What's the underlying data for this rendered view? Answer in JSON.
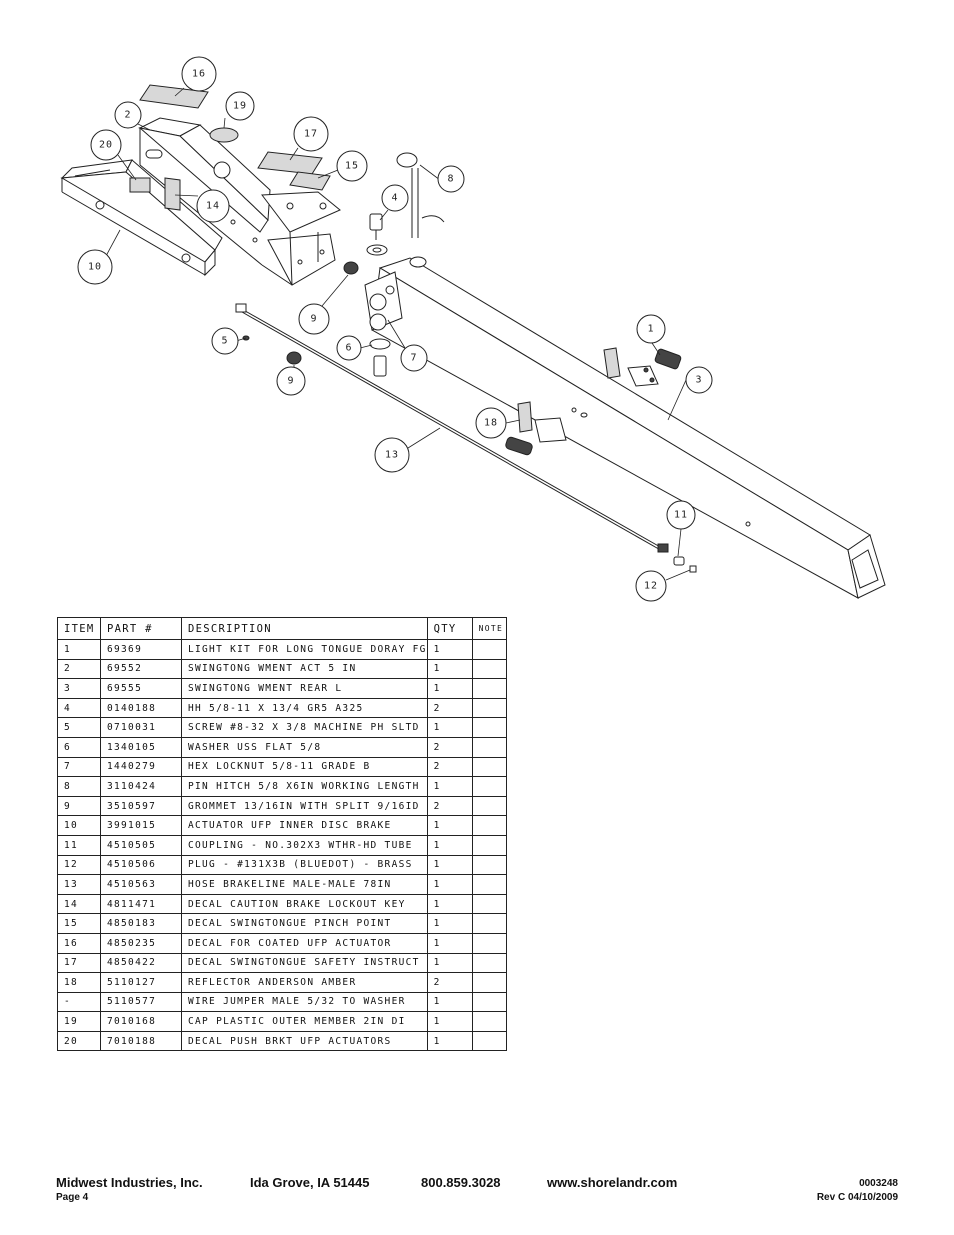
{
  "balloons": [
    "16",
    "2",
    "19",
    "20",
    "17",
    "15",
    "8",
    "4",
    "14",
    "10",
    "9",
    "1",
    "5",
    "6",
    "7",
    "3",
    "9",
    "18",
    "13",
    "11",
    "12"
  ],
  "table": {
    "headers": [
      "ITEM",
      "PART #",
      "DESCRIPTION",
      "QTY",
      "NOTE"
    ],
    "rows": [
      [
        "1",
        "69369",
        "LIGHT KIT FOR LONG TONGUE DORAY FG",
        "1",
        ""
      ],
      [
        "2",
        "69552",
        "SWINGTONG WMENT ACT 5 IN",
        "1",
        ""
      ],
      [
        "3",
        "69555",
        "SWINGTONG WMENT REAR L",
        "1",
        ""
      ],
      [
        "4",
        "0140188",
        "HH 5/8-11 X 13/4  GR5 A325",
        "2",
        ""
      ],
      [
        "5",
        "0710031",
        "SCREW #8-32 X 3/8 MACHINE PH SLTD",
        "1",
        ""
      ],
      [
        "6",
        "1340105",
        "WASHER USS FLAT 5/8",
        "2",
        ""
      ],
      [
        "7",
        "1440279",
        "HEX LOCKNUT 5/8-11 GRADE B",
        "2",
        ""
      ],
      [
        "8",
        "3110424",
        "PIN HITCH 5/8 X6IN WORKING LENGTH",
        "1",
        ""
      ],
      [
        "9",
        "3510597",
        "GROMMET 13/16IN  WITH SPLIT 9/16ID",
        "2",
        ""
      ],
      [
        "10",
        "3991015",
        "ACTUATOR UFP INNER  DISC BRAKE",
        "1",
        ""
      ],
      [
        "11",
        "4510505",
        "COUPLING - NO.302X3 WTHR-HD TUBE",
        "1",
        ""
      ],
      [
        "12",
        "4510506",
        "PLUG - #131X3B (BLUEDOT) - BRASS",
        "1",
        ""
      ],
      [
        "13",
        "4510563",
        "HOSE BRAKELINE MALE-MALE 78IN",
        "1",
        ""
      ],
      [
        "14",
        "4811471",
        "DECAL CAUTION BRAKE LOCKOUT KEY",
        "1",
        ""
      ],
      [
        "15",
        "4850183",
        "DECAL SWINGTONGUE PINCH POINT",
        "1",
        ""
      ],
      [
        "16",
        "4850235",
        "DECAL FOR COATED UFP ACTUATOR",
        "1",
        ""
      ],
      [
        "17",
        "4850422",
        "DECAL SWINGTONGUE SAFETY INSTRUCT",
        "1",
        ""
      ],
      [
        "18",
        "5110127",
        "REFLECTOR ANDERSON AMBER",
        "2",
        ""
      ],
      [
        "-",
        "5110577",
        "WIRE JUMPER MALE 5/32 TO WASHER",
        "1",
        ""
      ],
      [
        "19",
        "7010168",
        "CAP  PLASTIC OUTER MEMBER 2IN DI",
        "1",
        ""
      ],
      [
        "20",
        "7010188",
        "DECAL PUSH BRKT UFP ACTUATORS",
        "1",
        ""
      ]
    ]
  },
  "footer": {
    "company": "Midwest Industries, Inc.",
    "city": "Ida Grove, IA  51445",
    "phone": "800.859.3028",
    "website": "www.shorelandr.com",
    "page": "Page 4",
    "doc_number": "0003248",
    "revision": "Rev  C  04/10/2009"
  }
}
